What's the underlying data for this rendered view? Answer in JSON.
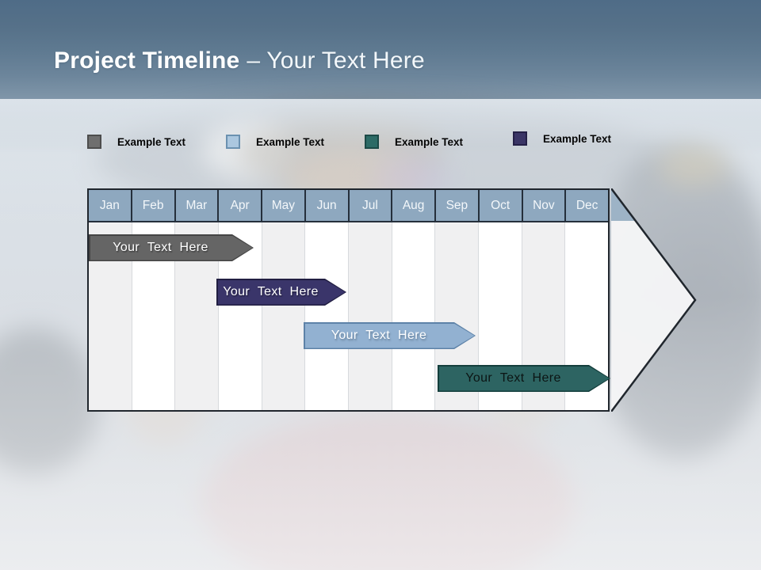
{
  "title": {
    "emphasis": "Project Timeline",
    "suffix": "– Your Text Here"
  },
  "legend": {
    "items": [
      {
        "label": "Example Text",
        "swatch_color": "#6f6f6f"
      },
      {
        "label": "Example Text",
        "swatch_color": "#abc7df"
      },
      {
        "label": "Example Text",
        "swatch_color": "#2d6b66"
      },
      {
        "label": "Example Text",
        "swatch_color": "#3a3566"
      }
    ]
  },
  "chart_data": {
    "type": "bar",
    "subtype": "gantt-timeline",
    "title": "Project Timeline – Your Text Here",
    "categories": [
      "Jan",
      "Feb",
      "Mar",
      "Apr",
      "May",
      "Jun",
      "Jul",
      "Aug",
      "Sep",
      "Oct",
      "Nov",
      "Dec"
    ],
    "x_axis": {
      "position": "top",
      "range": [
        "Jan",
        "Dec"
      ],
      "header_color": "#8ea8bf"
    },
    "grid": "alternating-month-columns",
    "legend_position": "top",
    "container_shape": "right-pointing-arrow",
    "tasks": [
      {
        "label": "Your Text Here",
        "row": 1,
        "start": "Jan",
        "end": "Apr",
        "start_month_index": 0,
        "end_month_index": 3.8,
        "bar_color": "#656565",
        "text_color": "#ffffff"
      },
      {
        "label": "Your Text Here",
        "row": 2,
        "start": "Apr",
        "end": "Jun",
        "start_month_index": 3.0,
        "end_month_index": 5.9,
        "bar_color": "#3a356a",
        "text_color": "#ffffff"
      },
      {
        "label": "Your Text Here",
        "row": 3,
        "start": "Jun",
        "end": "Sep",
        "start_month_index": 5.0,
        "end_month_index": 8.9,
        "bar_color": "#92b1d1",
        "text_color": "#ffffff"
      },
      {
        "label": "Your Text Here",
        "row": 4,
        "start": "Sep",
        "end": "Dec",
        "start_month_index": 8.0,
        "end_month_index": 12.0,
        "bar_color": "#2d6462",
        "text_color": "#0c1514"
      }
    ]
  }
}
